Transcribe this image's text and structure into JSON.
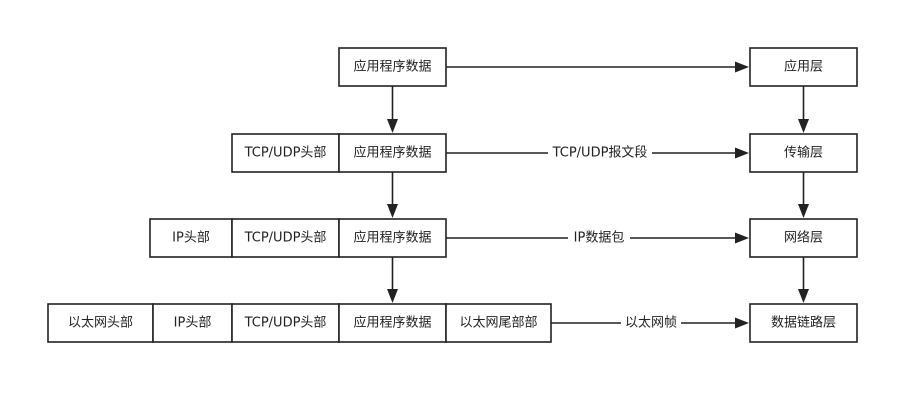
{
  "rows": [
    {
      "segments": [
        "应用程序数据"
      ],
      "layer": "应用层",
      "link_label": ""
    },
    {
      "segments": [
        "TCP/UDP头部",
        "应用程序数据"
      ],
      "layer": "传输层",
      "link_label": "TCP/UDP报文段"
    },
    {
      "segments": [
        "IP头部",
        "TCP/UDP头部",
        "应用程序数据"
      ],
      "layer": "网络层",
      "link_label": "IP数据包"
    },
    {
      "segments": [
        "以太网头部",
        "IP头部",
        "TCP/UDP头部",
        "应用程序数据",
        "以太网尾部部"
      ],
      "layer": "数据链路层",
      "link_label": "以太网帧"
    }
  ]
}
